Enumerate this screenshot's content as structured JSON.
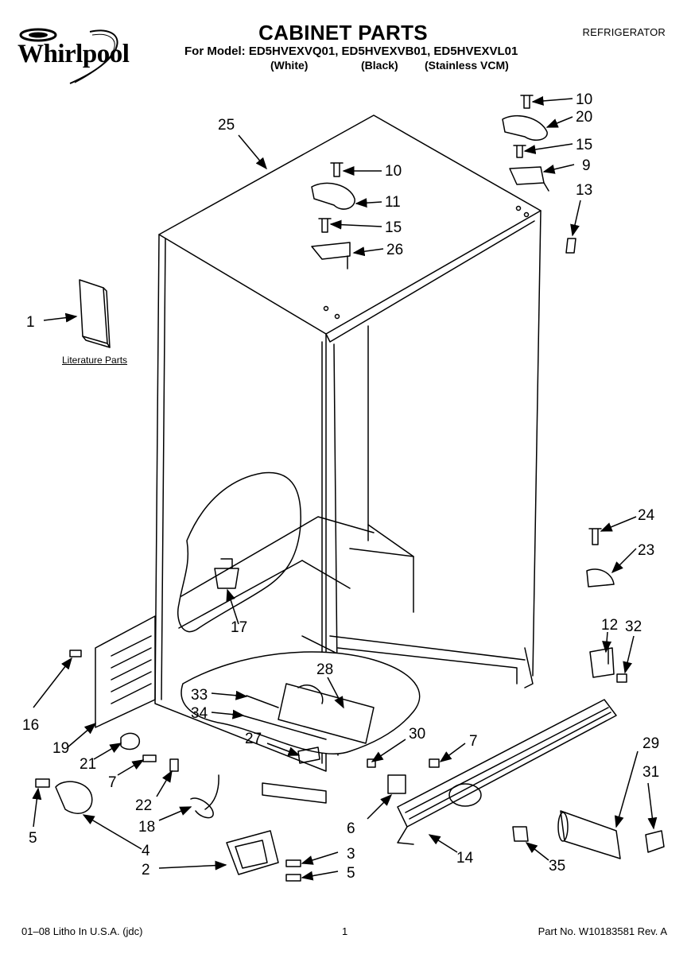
{
  "header": {
    "brand": "Whirlpool",
    "title": "CABINET PARTS",
    "model_line": "For Model: ED5HVEXVQ01, ED5HVEXVB01, ED5HVEXVL01",
    "variants": [
      "(White)",
      "(Black)",
      "(Stainless VCM)"
    ],
    "category": "REFRIGERATOR"
  },
  "diagram": {
    "literature_label": "Literature Parts",
    "callouts": [
      "1",
      "2",
      "3",
      "4",
      "5",
      "5",
      "6",
      "7",
      "7",
      "9",
      "10",
      "10",
      "11",
      "12",
      "13",
      "14",
      "15",
      "15",
      "16",
      "17",
      "18",
      "19",
      "20",
      "21",
      "22",
      "23",
      "24",
      "25",
      "26",
      "27",
      "28",
      "29",
      "30",
      "31",
      "32",
      "33",
      "34",
      "35"
    ]
  },
  "footer": {
    "left": "01–08 Litho In U.S.A. (jdc)",
    "page": "1",
    "part_number": "Part No. W10183581 Rev. A"
  }
}
